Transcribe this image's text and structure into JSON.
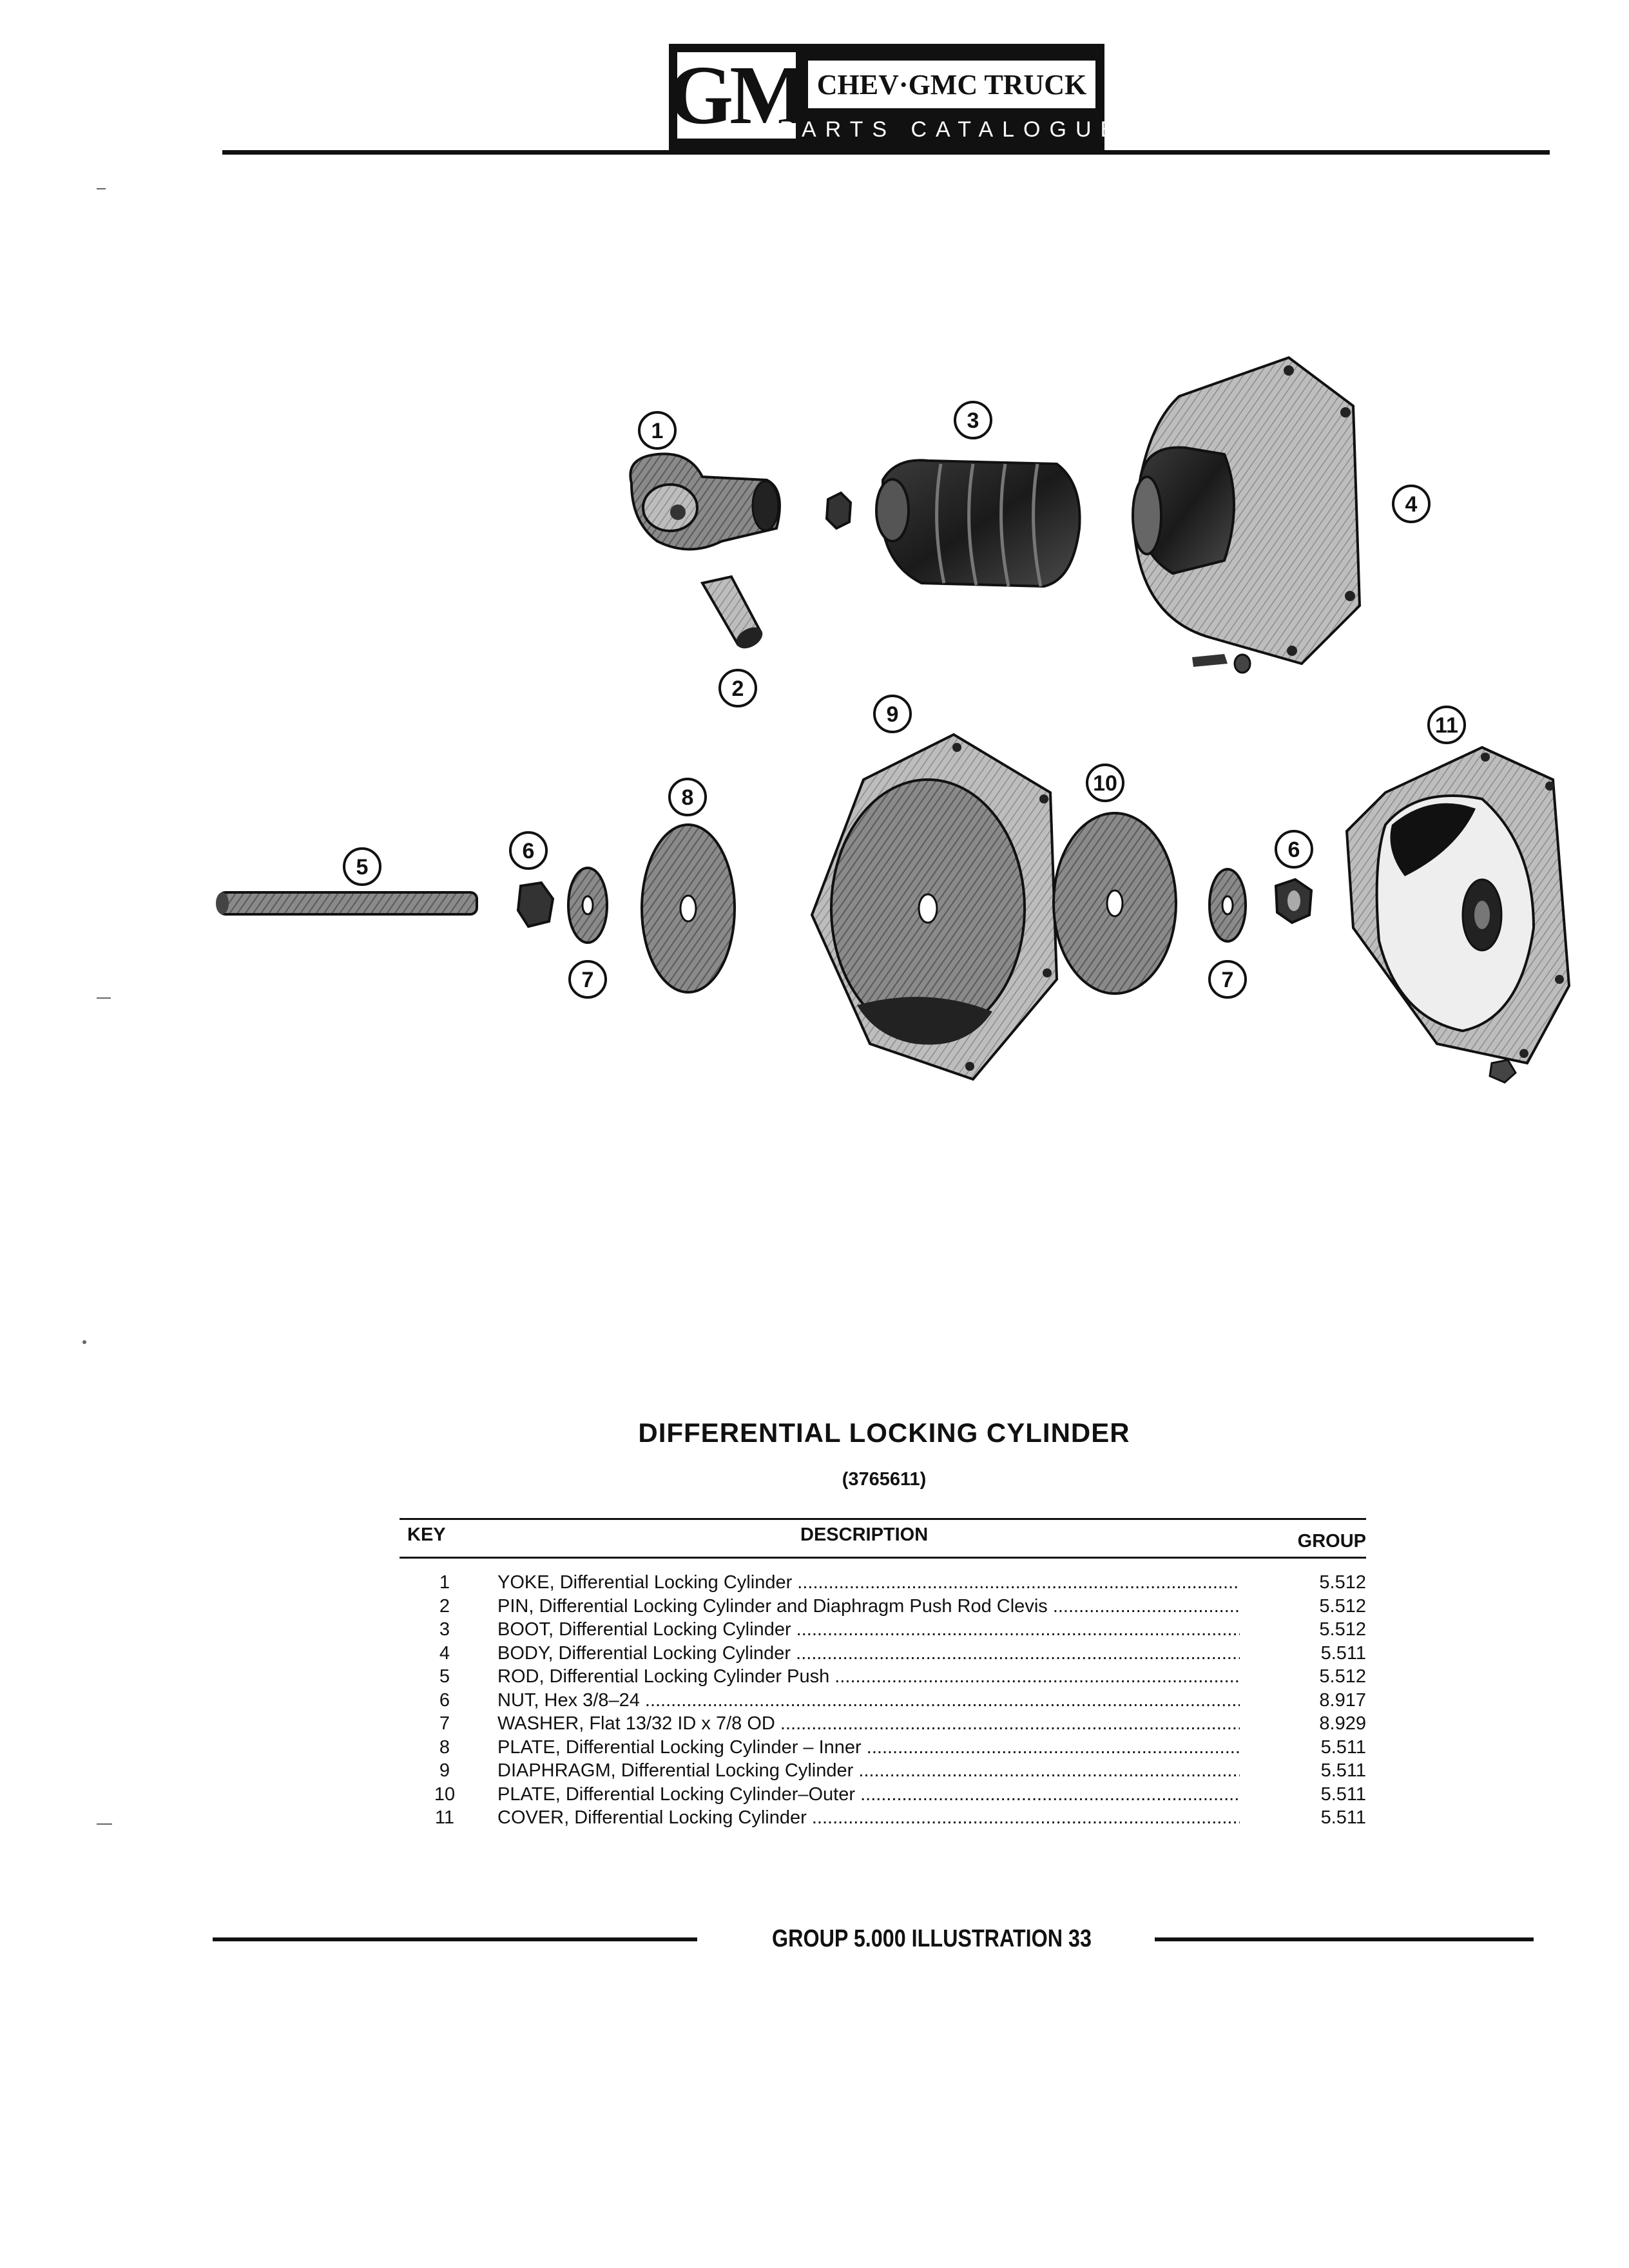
{
  "header": {
    "logo": "GM",
    "title": "CHEV·GMC TRUCK",
    "subtitle": "PARTS CATALOGUE"
  },
  "illustration": {
    "callouts": [
      "1",
      "2",
      "3",
      "4",
      "5",
      "6",
      "7",
      "8",
      "9",
      "10",
      "11",
      "6",
      "7"
    ]
  },
  "document": {
    "title": "DIFFERENTIAL LOCKING CYLINDER",
    "part_number": "(3765611)"
  },
  "table": {
    "headers": {
      "key": "KEY",
      "description": "DESCRIPTION",
      "group": "GROUP"
    },
    "rows": [
      {
        "key": "1",
        "description": "YOKE, Differential Locking Cylinder",
        "group": "5.512"
      },
      {
        "key": "2",
        "description": "PIN, Differential Locking Cylinder and Diaphragm Push Rod Clevis",
        "group": "5.512"
      },
      {
        "key": "3",
        "description": "BOOT, Differential Locking Cylinder",
        "group": "5.512"
      },
      {
        "key": "4",
        "description": "BODY, Differential Locking Cylinder",
        "group": "5.511"
      },
      {
        "key": "5",
        "description": "ROD, Differential Locking Cylinder Push",
        "group": "5.512"
      },
      {
        "key": "6",
        "description": "NUT, Hex 3/8–24",
        "group": "8.917"
      },
      {
        "key": "7",
        "description": "WASHER, Flat 13/32 ID x 7/8 OD",
        "group": "8.929"
      },
      {
        "key": "8",
        "description": "PLATE, Differential Locking Cylinder – Inner",
        "group": "5.511"
      },
      {
        "key": "9",
        "description": "DIAPHRAGM, Differential Locking Cylinder",
        "group": "5.511"
      },
      {
        "key": "10",
        "description": "PLATE, Differential Locking Cylinder–Outer",
        "group": "5.511"
      },
      {
        "key": "11",
        "description": "COVER, Differential Locking Cylinder",
        "group": "5.511"
      }
    ]
  },
  "footer": {
    "text": "GROUP 5.000 ILLUSTRATION 33"
  }
}
